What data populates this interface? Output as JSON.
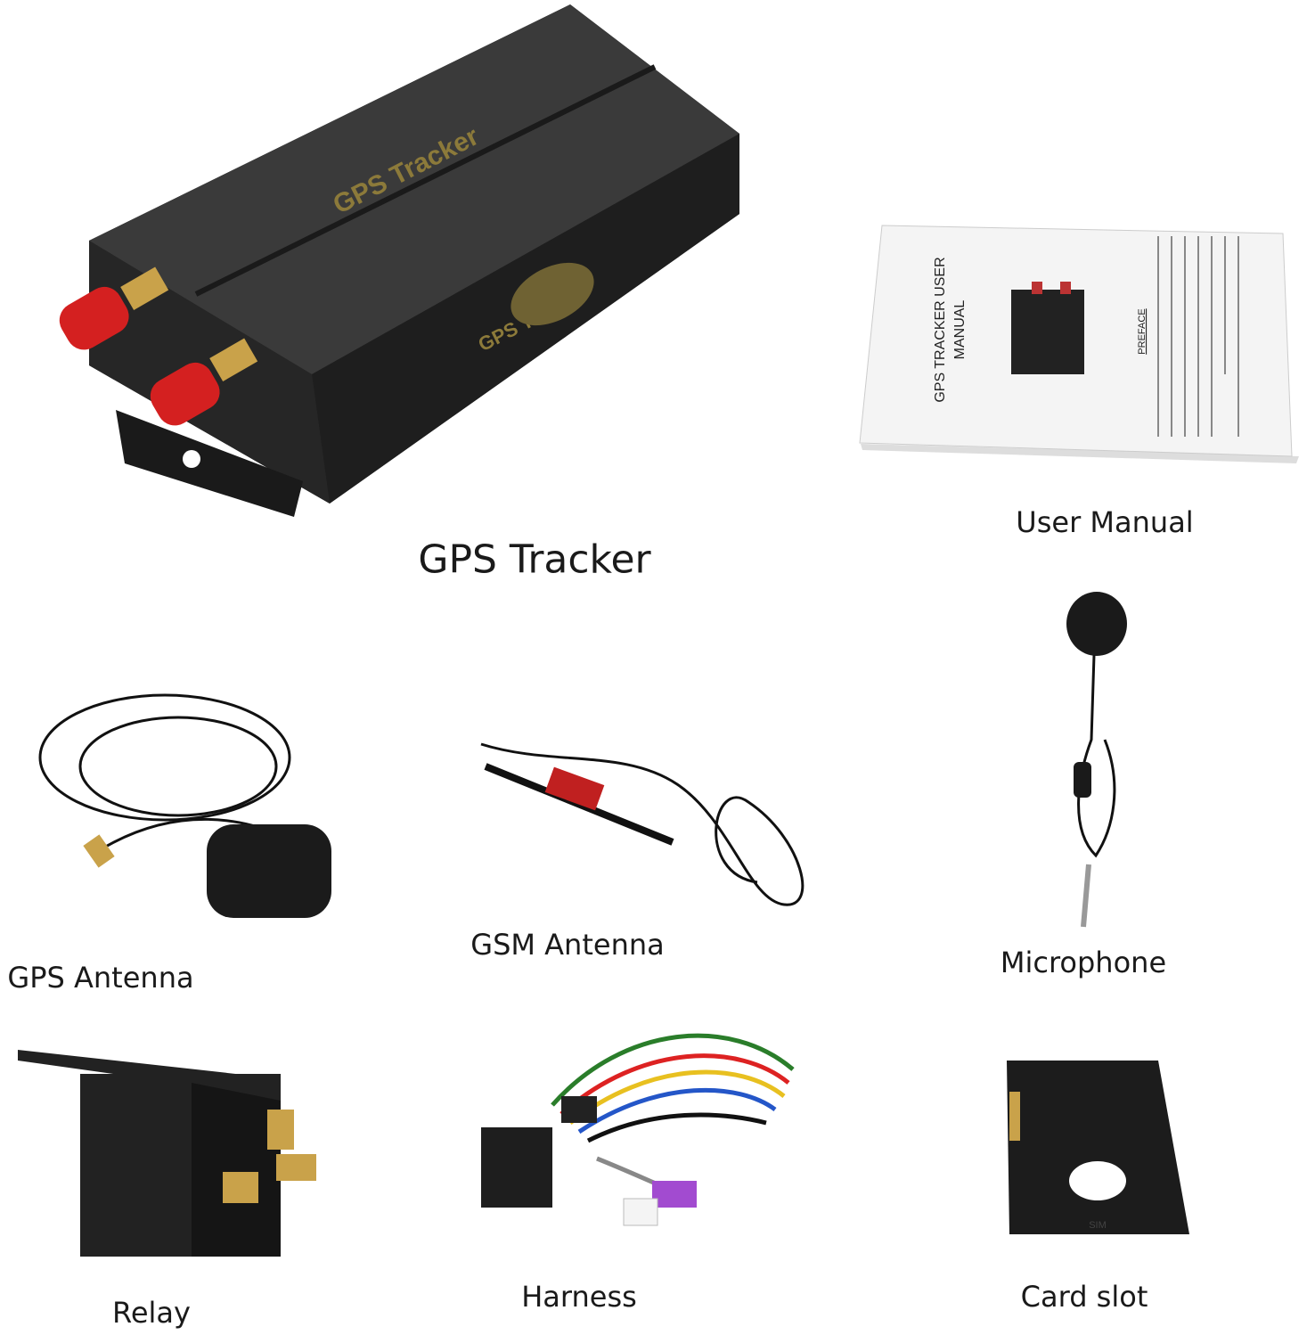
{
  "items": [
    {
      "label": "GPS Tracker",
      "device_print": "GPS Tracker",
      "logo_text": "GPS Tracker"
    },
    {
      "label": "User Manual",
      "manual_title_line1": "GPS TRACKER USER",
      "manual_title_line2": "MANUAL",
      "manual_section": "PREFACE"
    },
    {
      "label": "GPS Antenna"
    },
    {
      "label": "GSM Antenna"
    },
    {
      "label": "Microphone"
    },
    {
      "label": "Relay"
    },
    {
      "label": "Harness"
    },
    {
      "label": "Card slot",
      "card_print": "SIM"
    }
  ],
  "colors": {
    "device_body": "#2b2b2b",
    "antenna_cap": "#d42020",
    "print_gold": "#8c7a3a",
    "background": "#ffffff"
  }
}
